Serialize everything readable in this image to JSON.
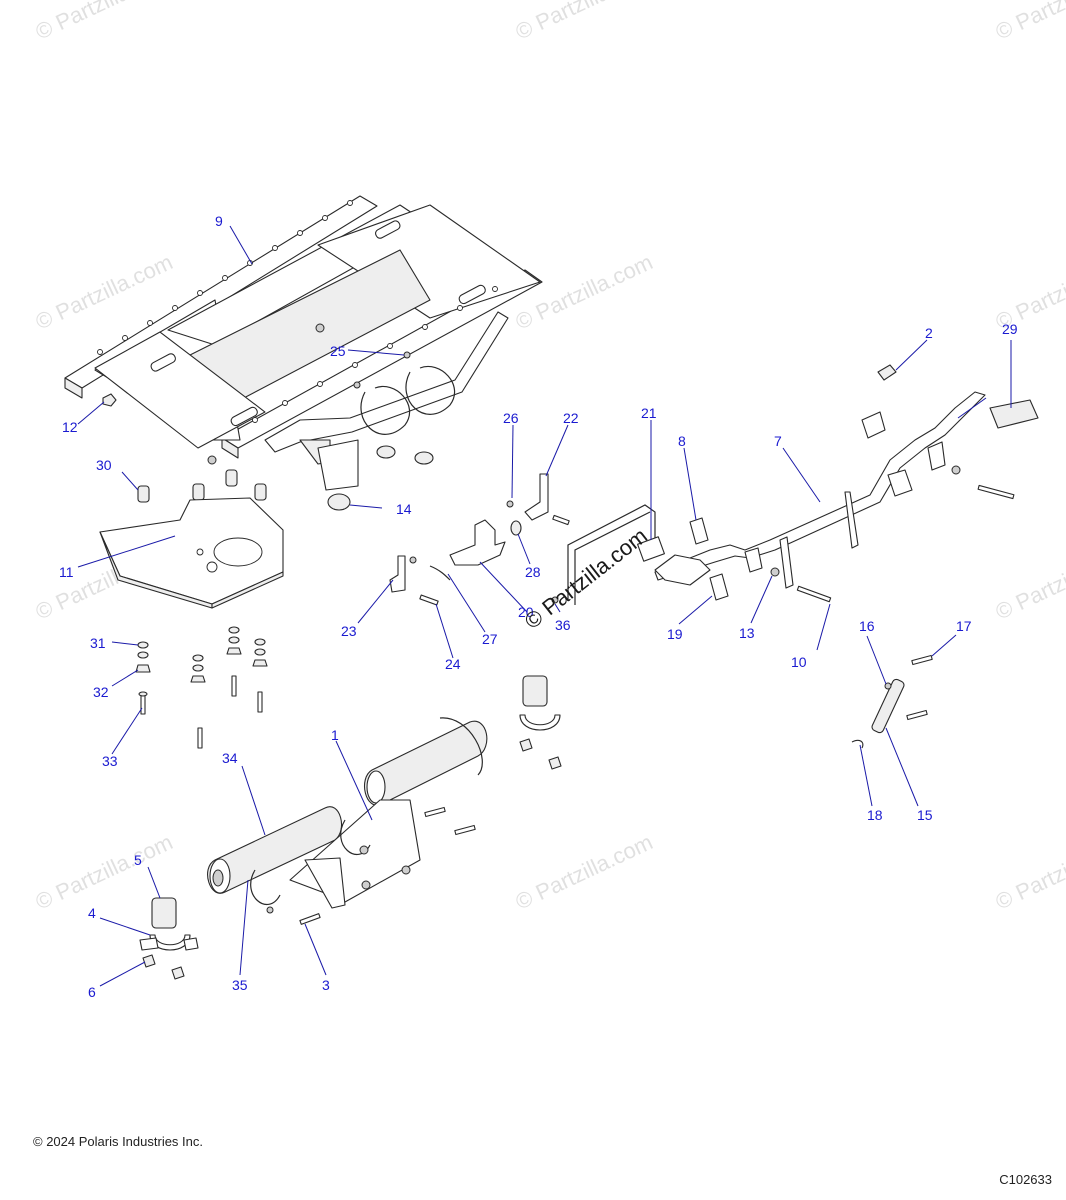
{
  "callouts": [
    "1",
    "2",
    "3",
    "4",
    "5",
    "6",
    "7",
    "8",
    "9",
    "10",
    "11",
    "12",
    "13",
    "14",
    "15",
    "16",
    "17",
    "18",
    "19",
    "20",
    "21",
    "22",
    "23",
    "24",
    "25",
    "26",
    "27",
    "28",
    "29",
    "30",
    "31",
    "32",
    "33",
    "34",
    "35",
    "36"
  ],
  "watermark": "© Partzilla.com",
  "center_watermark": "© Partzilla.com",
  "footer": {
    "copyright": "© 2024 Polaris Industries Inc.",
    "figure_id": "C102633"
  },
  "colors": {
    "callout": "#1a1ad0",
    "line": "#2a2a2a"
  }
}
